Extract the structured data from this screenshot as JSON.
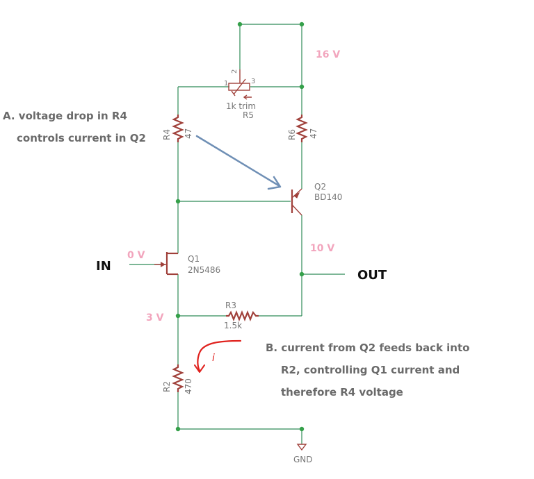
{
  "labels": {
    "voltage_top": "16 V",
    "voltage_mid": "10 V",
    "voltage_in": "0 V",
    "voltage_3v": "3 V",
    "in": "IN",
    "out": "OUT",
    "gnd": "GND"
  },
  "components": {
    "r5": {
      "name": "R5",
      "value": "1k trim",
      "pin1": "1",
      "pin2": "2",
      "pin3": "3"
    },
    "r4": {
      "name": "R4",
      "value": "47"
    },
    "r6": {
      "name": "R6",
      "value": "47"
    },
    "r3": {
      "name": "R3",
      "value": "1.5k"
    },
    "r2": {
      "name": "R2",
      "value": "470"
    },
    "q1": {
      "name": "Q1",
      "part": "2N5486"
    },
    "q2": {
      "name": "Q2",
      "part": "BD140"
    }
  },
  "notes": {
    "a_line1": "A. voltage drop in R4",
    "a_line2": "controls current in Q2",
    "b_line1": "B. current from Q2 feeds back into",
    "b_line2": "R2, controlling Q1 current and",
    "b_line3": "therefore R4 voltage",
    "current_symbol": "i"
  },
  "colors": {
    "wire": "#2e8b57",
    "component": "#a0403a",
    "voltage_label": "#f2a5bd",
    "annotation_arrow_blue": "#6f8fb5",
    "current_arrow_red": "#e0221e"
  }
}
